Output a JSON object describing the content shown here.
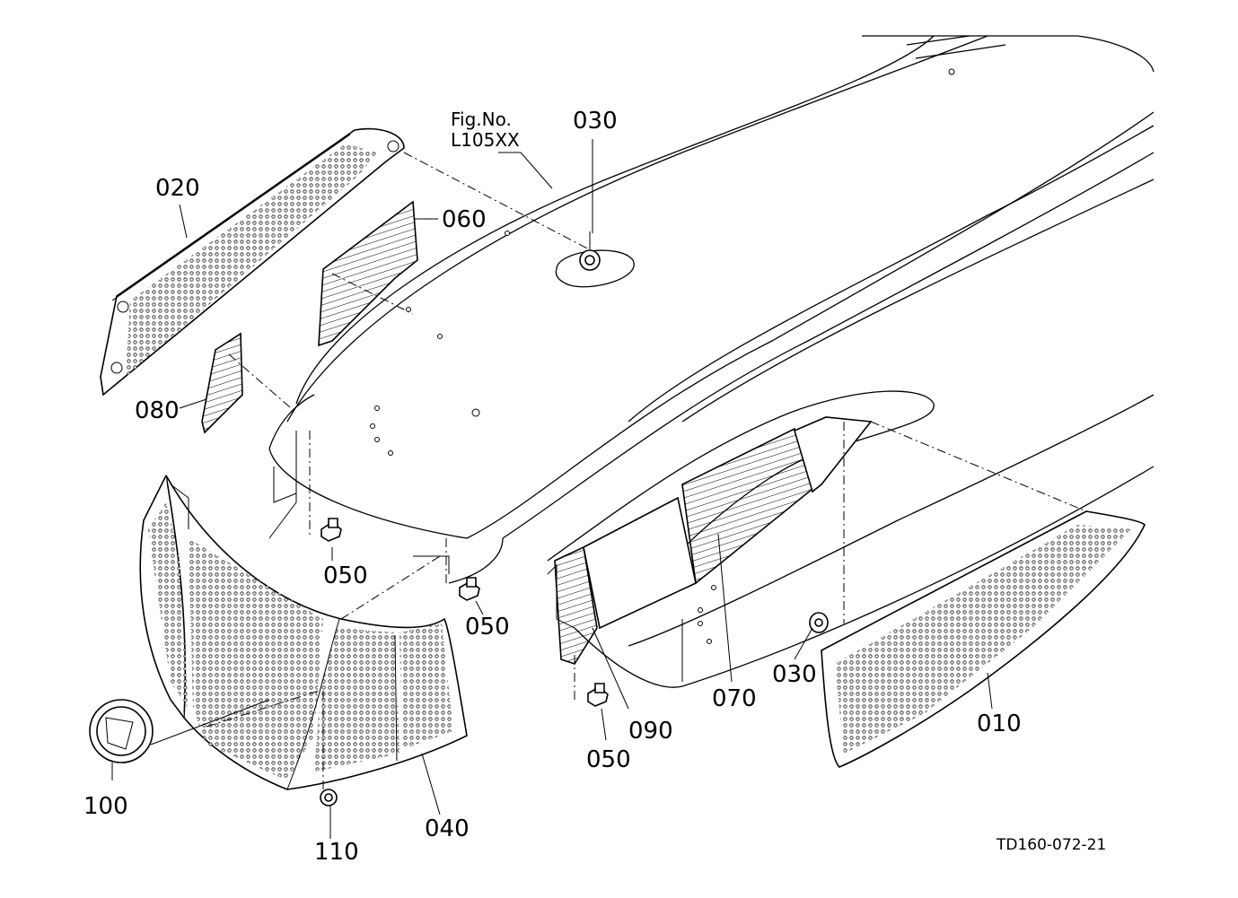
{
  "figure_ref": {
    "line1": "Fig.No.",
    "line2": "L105XX"
  },
  "drawing_code": "TD160-072-21",
  "callouts": {
    "p010": "010",
    "p020": "020",
    "p030a": "030",
    "p030b": "030",
    "p040": "040",
    "p050a": "050",
    "p050b": "050",
    "p050c": "050",
    "p060": "060",
    "p070": "070",
    "p080": "080",
    "p090": "090",
    "p100": "100",
    "p110": "110"
  }
}
